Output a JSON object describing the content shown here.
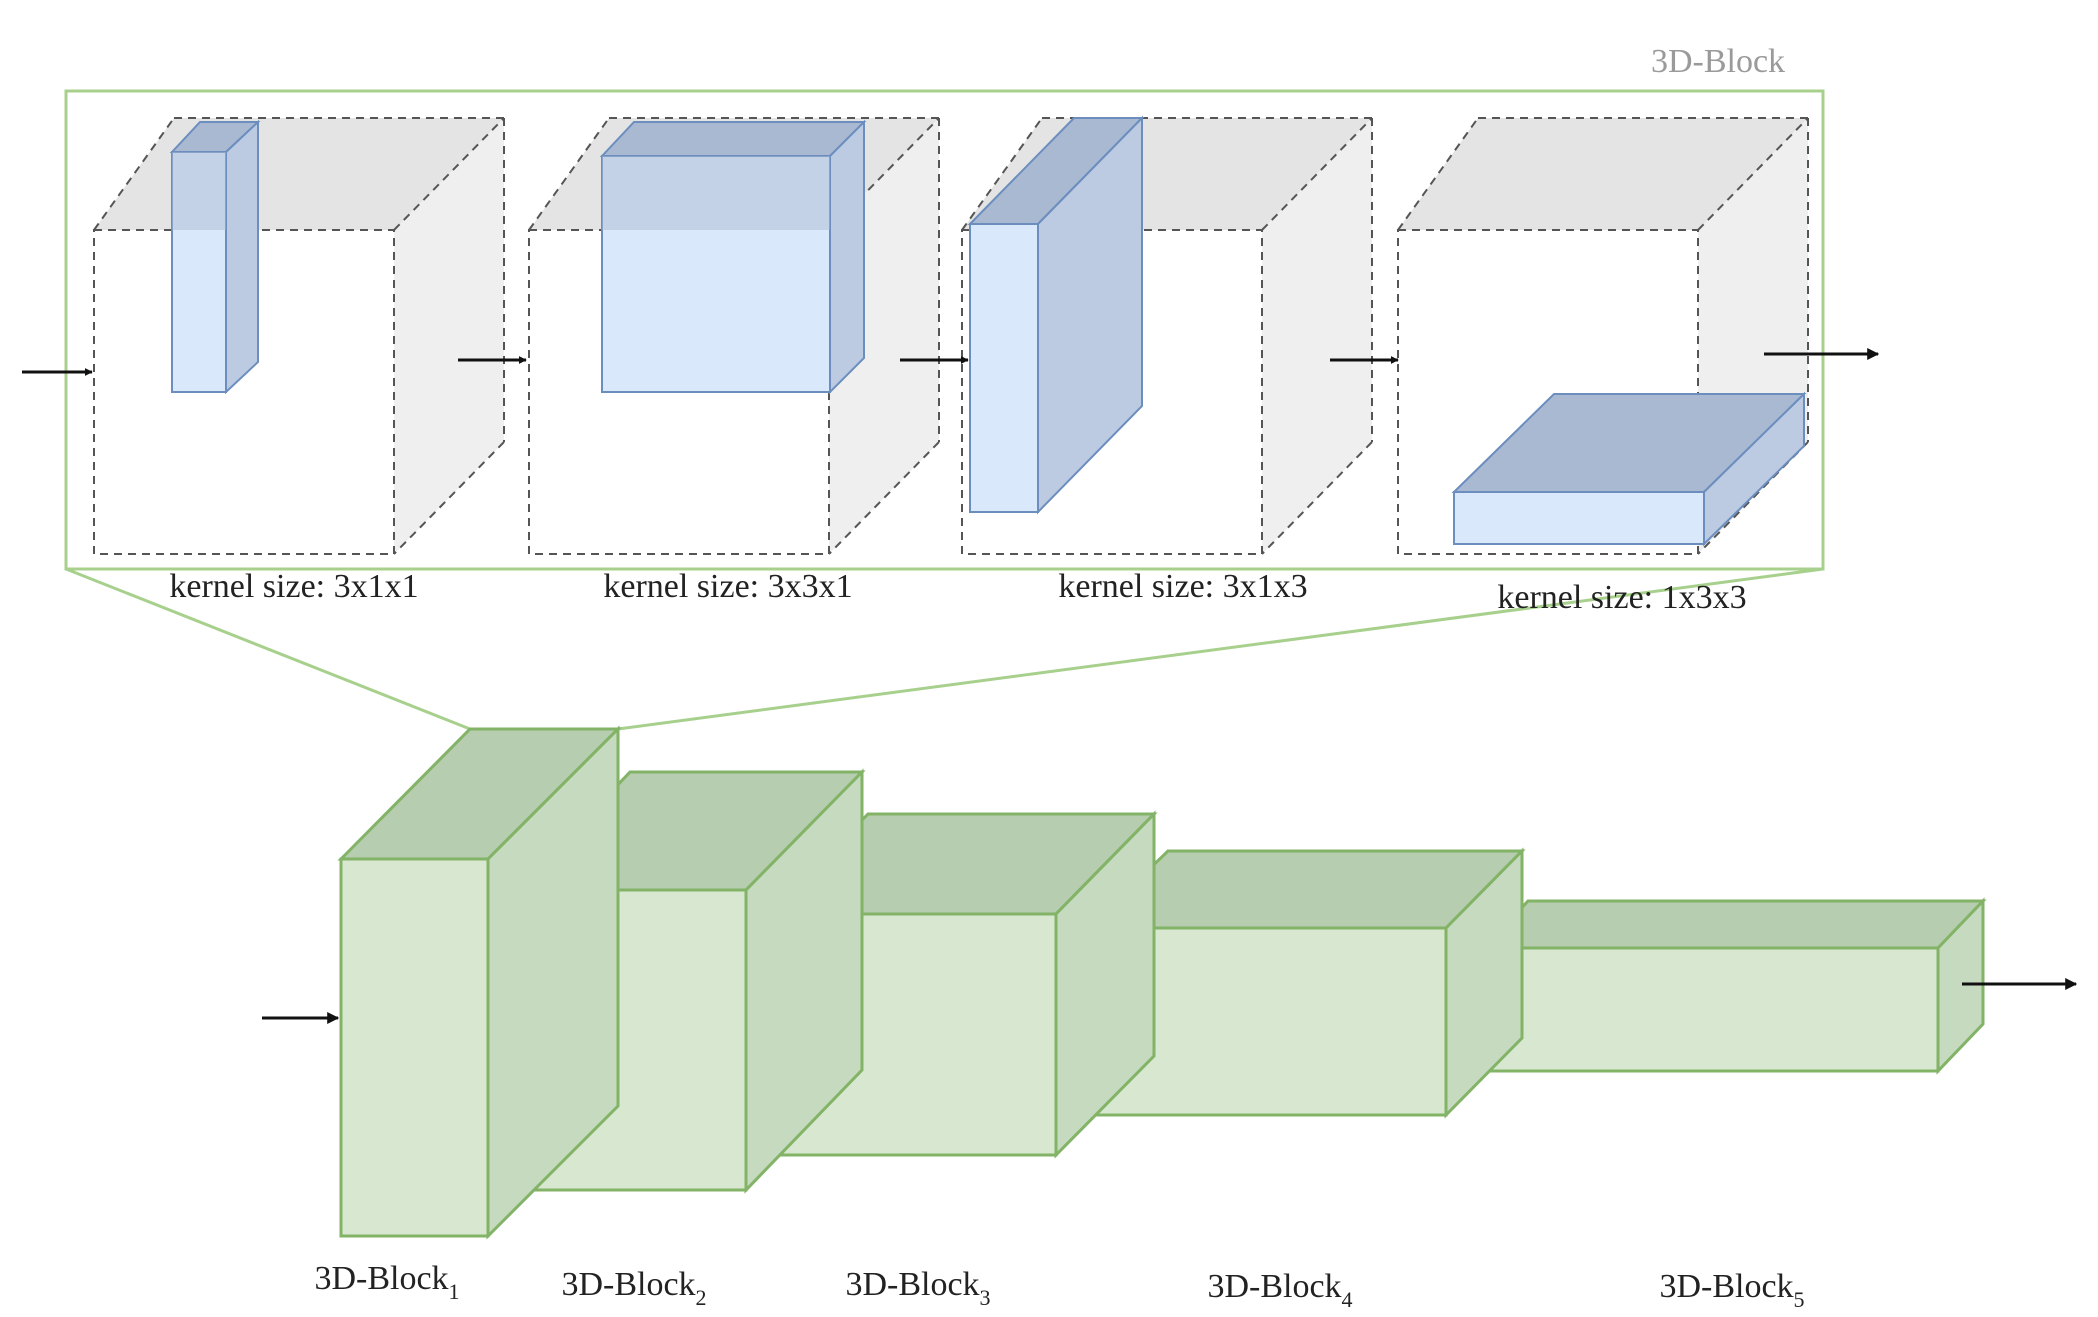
{
  "detail_panel": {
    "title": "3D-Block",
    "kernels": [
      {
        "label": "kernel size: 3x1x1"
      },
      {
        "label": "kernel size: 3x3x1"
      },
      {
        "label": "kernel size: 3x1x3"
      },
      {
        "label": "kernel size: 1x3x3"
      }
    ]
  },
  "pipeline": {
    "blocks": [
      {
        "label": "3D-Block",
        "subscript": "1"
      },
      {
        "label": "3D-Block",
        "subscript": "2"
      },
      {
        "label": "3D-Block",
        "subscript": "3"
      },
      {
        "label": "3D-Block",
        "subscript": "4"
      },
      {
        "label": "3D-Block",
        "subscript": "5"
      }
    ]
  },
  "colors": {
    "panel_border": "#a8d08d",
    "block_front": "#d8e8d0",
    "block_top": "#b6cdb0",
    "block_side": "#c6dac0",
    "block_edge": "#82b366",
    "kernel_front": "#dae8fc",
    "kernel_top": "#a9b9d1",
    "kernel_side": "#bccbe2",
    "kernel_edge": "#6c8ebf",
    "cube_shade": "#e6e6e6",
    "arrow": "#111111"
  }
}
